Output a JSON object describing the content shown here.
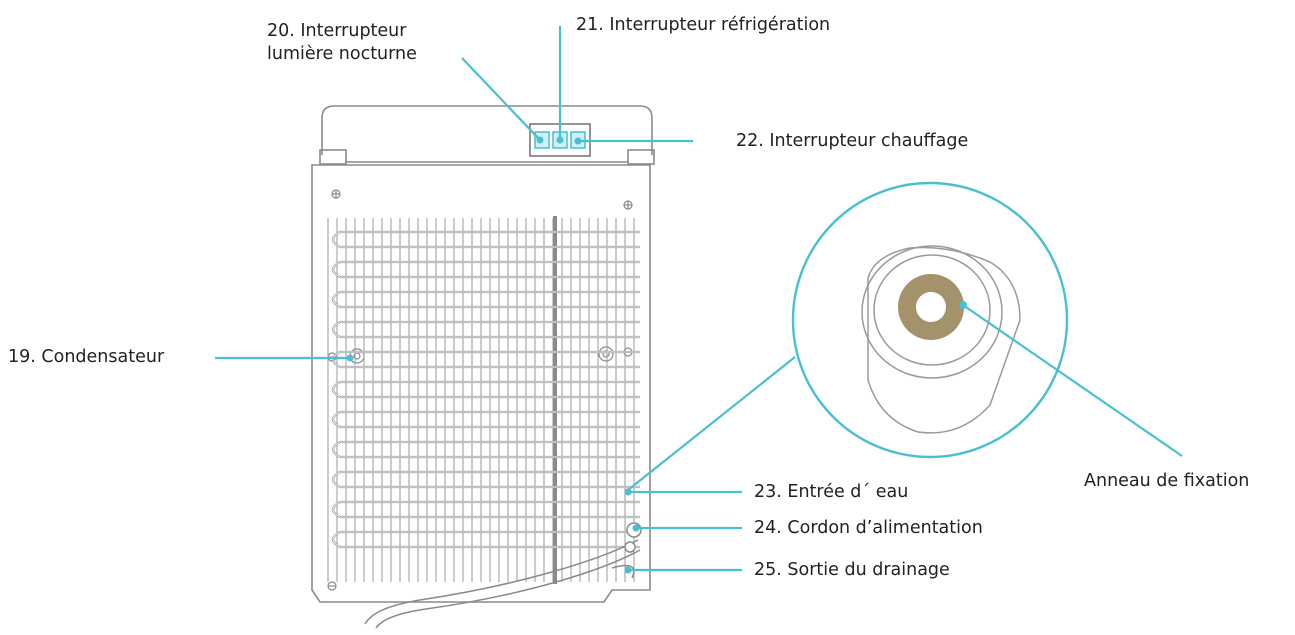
{
  "diagram": {
    "accent_color": "#49bfd0",
    "outline_color": "#7a7a7a",
    "fixing_ring_color": "#a4926a",
    "labels": {
      "night_light": [
        "20. Interrupteur",
        "lumière nocturne"
      ],
      "cooling_switch": "21. Interrupteur réfrigération",
      "heating_switch": "22. Interrupteur chauffage",
      "condenser": "19. Condensateur",
      "water_inlet": "23. Entrée d´ eau",
      "power_cord": "24. Cordon d’alimentation",
      "drain_outlet": "25. Sortie du drainage",
      "fixing_ring": "Anneau de fixation"
    }
  }
}
